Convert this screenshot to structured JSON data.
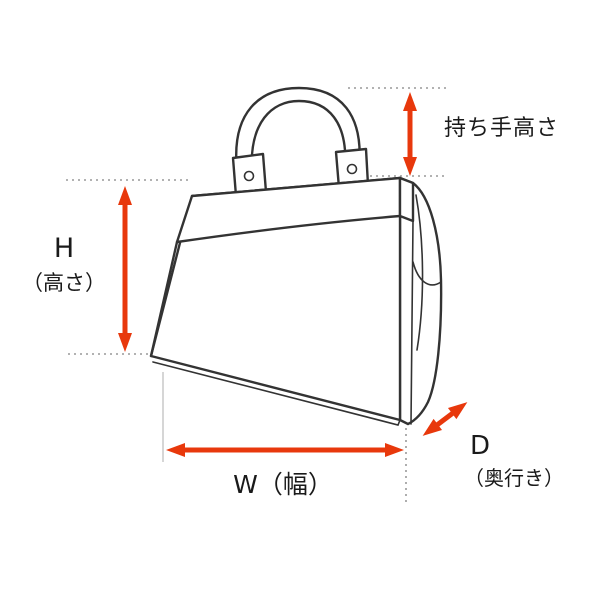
{
  "labels": {
    "handle_height": "持ち手高さ",
    "height_letter": "H",
    "height_sub": "（高さ）",
    "width": "W（幅）",
    "depth_letter": "D",
    "depth_sub": "（奥行き）"
  },
  "colors": {
    "arrow": "#e8380c",
    "line": "#333333",
    "guide": "#999999",
    "background": "#ffffff"
  }
}
